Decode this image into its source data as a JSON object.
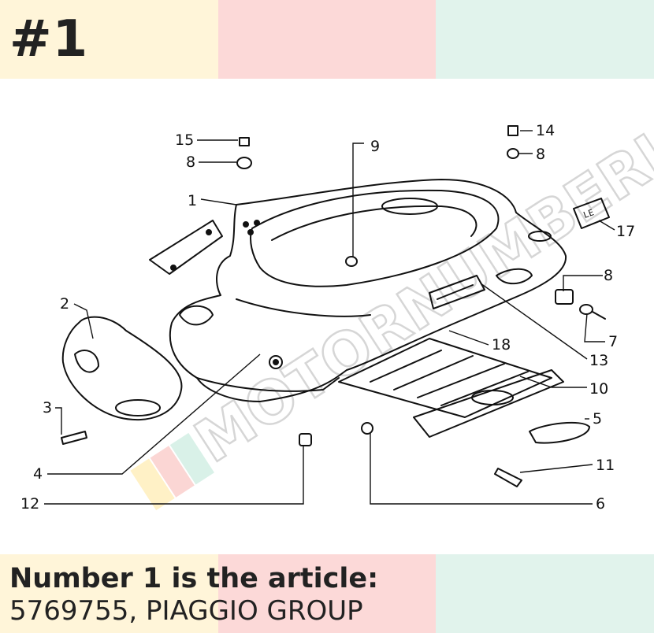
{
  "header": {
    "badge": "#1"
  },
  "diagram": {
    "callouts": [
      {
        "id": "n15",
        "label": "15"
      },
      {
        "id": "n8a",
        "label": "8"
      },
      {
        "id": "n1",
        "label": "1"
      },
      {
        "id": "n9",
        "label": "9"
      },
      {
        "id": "n14",
        "label": "14"
      },
      {
        "id": "n8b",
        "label": "8"
      },
      {
        "id": "n17",
        "label": "17"
      },
      {
        "id": "n8c",
        "label": "8"
      },
      {
        "id": "n7",
        "label": "7"
      },
      {
        "id": "n2",
        "label": "2"
      },
      {
        "id": "n18",
        "label": "18"
      },
      {
        "id": "n13",
        "label": "13"
      },
      {
        "id": "n10",
        "label": "10"
      },
      {
        "id": "n3",
        "label": "3"
      },
      {
        "id": "n5",
        "label": "5"
      },
      {
        "id": "n11",
        "label": "11"
      },
      {
        "id": "n4",
        "label": "4"
      },
      {
        "id": "n12",
        "label": "12"
      },
      {
        "id": "n6",
        "label": "6"
      }
    ],
    "tag_text": "LE",
    "watermark_text": "MOTORNUMBERIA"
  },
  "footer": {
    "title": "Number 1 is the article:",
    "article": "5769755, PIAGGIO GROUP"
  }
}
